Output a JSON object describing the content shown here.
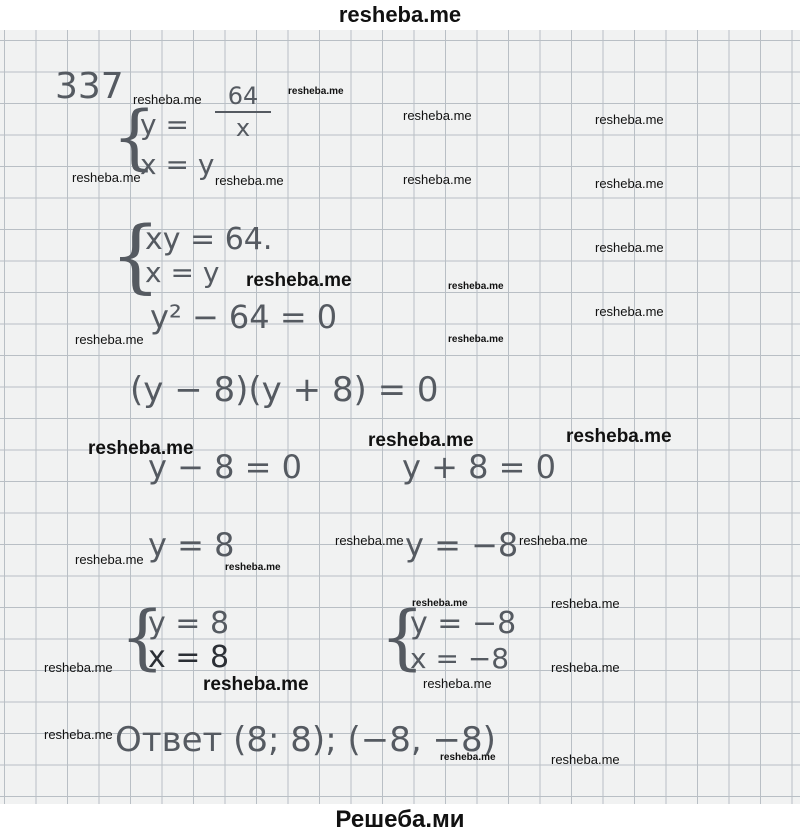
{
  "header": {
    "site": "resheba.me"
  },
  "footer": {
    "site": "Решеба.ми"
  },
  "task": {
    "number": "337",
    "system1": {
      "eq1_lhs": "y =",
      "eq1_num": "64",
      "eq1_den": "x",
      "eq2": "x = y"
    },
    "system2": {
      "eq1": "xy = 64.",
      "eq2": "x = y"
    },
    "eq_square": "y² − 64 = 0",
    "eq_factored": "(y − 8)(y + 8) = 0",
    "case_left": "y − 8 = 0",
    "case_right": "y + 8 = 0",
    "sol_left": "y = 8",
    "sol_right": "y = −8",
    "sys_left": {
      "eq1": "y = 8",
      "eq2": "x = 8"
    },
    "sys_right": {
      "eq1": "y = −8",
      "eq2": "x = −8"
    },
    "answer": "Ответ (8; 8); (−8, −8)"
  },
  "watermark": "resheba.me"
}
